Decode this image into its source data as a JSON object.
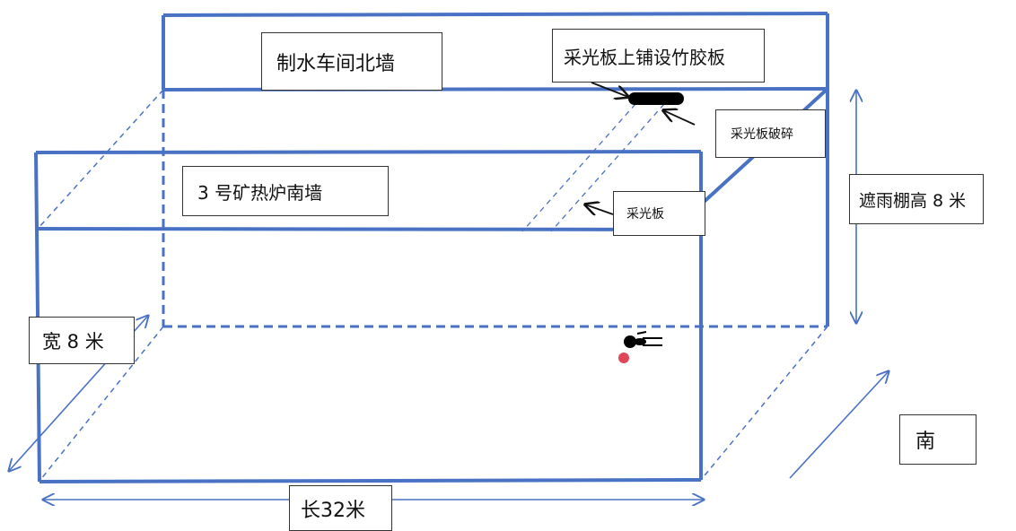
{
  "labels": {
    "north_wall": "制水车间北墙",
    "cover_board": "采光板上铺设竹胶板",
    "panel_broken": "采光板破碎",
    "south_wall": "3 号矿热炉南墙",
    "skylight_panel": "采光板",
    "canopy_height": "遮雨棚高 8 米",
    "width": "宽 8 米",
    "south_direction": "南",
    "length": "长32米"
  },
  "colors": {
    "frame": "#4a72c4",
    "label_border": "#333333",
    "board": "#000000",
    "worker": "#000000",
    "marker": "#e04558"
  }
}
